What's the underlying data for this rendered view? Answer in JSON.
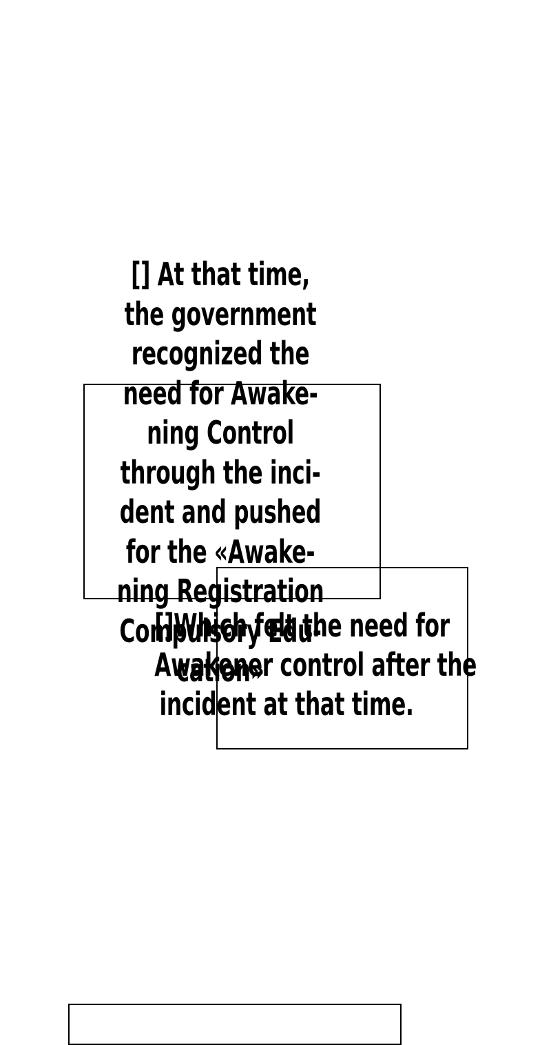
{
  "caption_upper": {
    "lines": [
      "[]  At that time,",
      "the government",
      "recognized the",
      "need for Awake-",
      "ning Control",
      "through the inci-",
      "dent and pushed",
      "for the «Awake-",
      "ning Registration",
      "Compulsory Edu-",
      "cation»"
    ]
  },
  "caption_lower": {
    "lines": [
      "[]Which felt the need for",
      "Awakener control after the",
      "incident at that time."
    ]
  },
  "colors": {
    "background": "#ffffff",
    "panel_border": "#000000",
    "text": "#000000"
  }
}
